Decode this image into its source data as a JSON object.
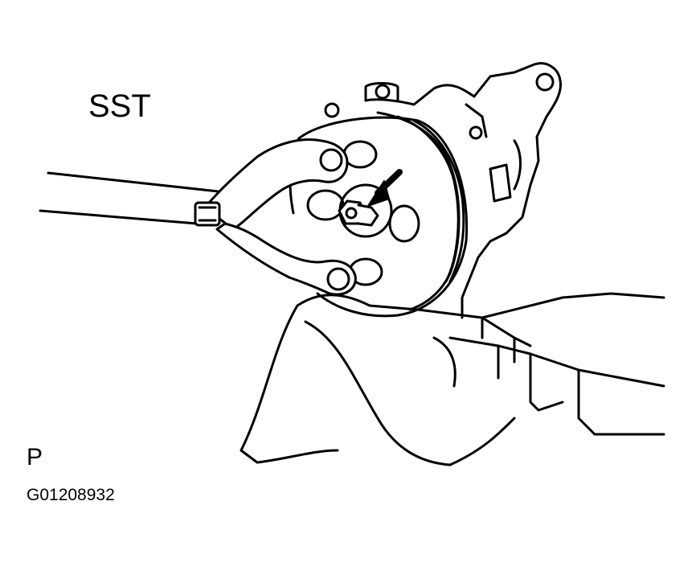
{
  "labels": {
    "tool": "SST",
    "view": "P",
    "figure_code": "G01208932"
  },
  "colors": {
    "line": "#000000",
    "background": "#ffffff"
  },
  "illustration": {
    "icons": [
      "pulley-icon",
      "special-service-tool-icon",
      "nut-icon",
      "arrow-icon",
      "pump-housing-icon",
      "bracket-icon"
    ]
  }
}
